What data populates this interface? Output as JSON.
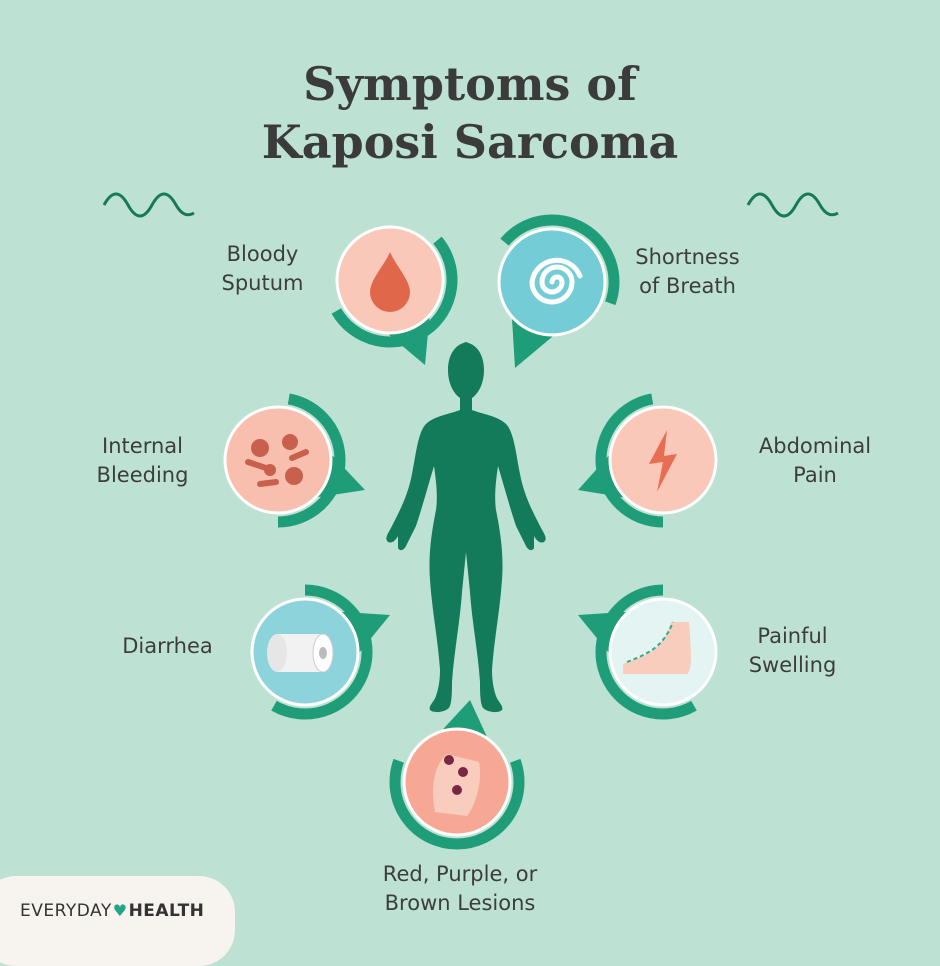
{
  "title": {
    "line1": "Symptoms of",
    "line2": "Kaposi Sarcoma"
  },
  "symptoms": [
    {
      "line1": "Bloody",
      "line2": "Sputum",
      "icon": "blood-drop-icon"
    },
    {
      "line1": "Shortness",
      "line2": "of Breath",
      "icon": "spiral-icon"
    },
    {
      "line1": "Internal",
      "line2": "Bleeding",
      "icon": "blood-cells-icon"
    },
    {
      "line1": "Abdominal",
      "line2": "Pain",
      "icon": "lightning-bolt-icon"
    },
    {
      "line1": "Diarrhea",
      "line2": "",
      "icon": "toilet-paper-icon"
    },
    {
      "line1": "Painful",
      "line2": "Swelling",
      "icon": "swollen-foot-icon"
    },
    {
      "line1": "Red, Purple, or",
      "line2": "Brown Lesions",
      "icon": "lesioned-foot-icon"
    }
  ],
  "logo": {
    "part1": "EVERYDAY",
    "part2": "HEALTH"
  },
  "colors": {
    "background": "#bde2d4",
    "accent": "#1f9d78",
    "body": "#137a5a",
    "title": "#3b3b3b"
  }
}
